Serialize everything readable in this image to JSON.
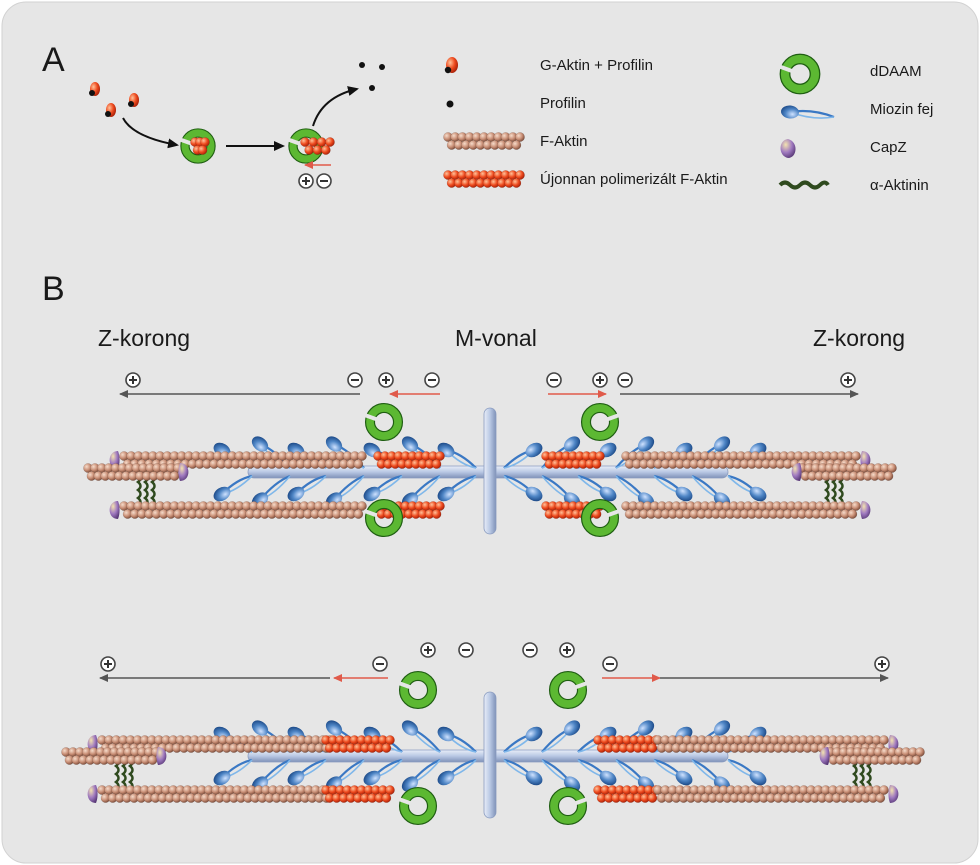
{
  "panels": {
    "a": "A",
    "b": "B"
  },
  "legend": {
    "g_aktin_profilin": "G-Aktin + Profilin",
    "profilin": "Profilin",
    "f_aktin": "F-Aktin",
    "new_f_aktin": "Újonnan polimerizált F-Aktin",
    "ddaam": "dDAAM",
    "miozin_fej": "Miozin fej",
    "capz": "CapZ",
    "alpha_aktinin": "α-Aktinin"
  },
  "labels": {
    "z_left": "Z-korong",
    "m_line": "M-vonal",
    "z_right": "Z-korong"
  },
  "signs": {
    "plus": "+",
    "minus": "−"
  },
  "colors": {
    "background": "#e6e6e6",
    "f_aktin": "#c8927a",
    "new_f_aktin": "#ec4a1e",
    "ddaam": "#4ea32a",
    "myosin": "#4f86c6",
    "thick_filament": "#b9c8e4",
    "capz": "#8a62a8",
    "alpha_aktinin": "#2f4a1e",
    "arrow_grey": "#555555",
    "arrow_red": "#e05a4a"
  }
}
